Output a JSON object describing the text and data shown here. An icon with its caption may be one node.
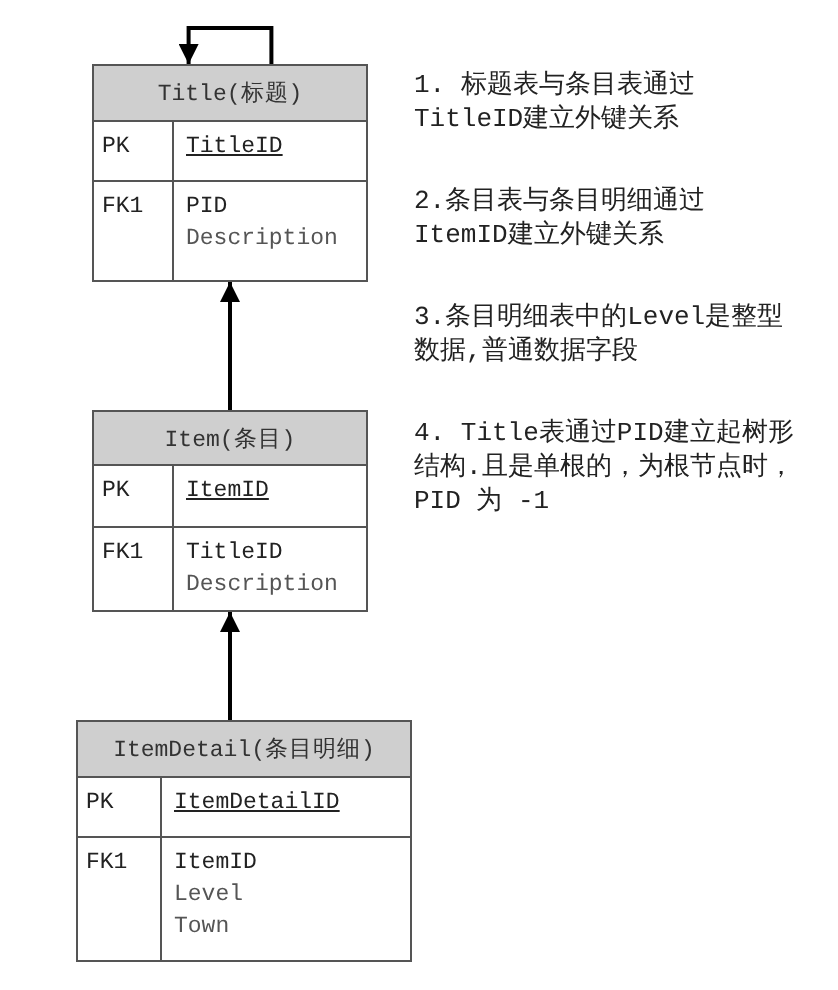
{
  "diagram": {
    "nodes": [
      {
        "text": [
          "Title(标题)",
          "PK",
          "TitleID",
          "FK1",
          "PID",
          "Description"
        ]
      },
      {
        "text": [
          "Item(条目)",
          "PK",
          "ItemID",
          "FK1",
          "TitleID",
          "Description"
        ]
      },
      {
        "text": [
          "ItemDetail(条目明细)",
          "PK",
          "ItemDetailID",
          "FK1",
          "ItemID",
          "Level",
          "Town"
        ]
      }
    ],
    "edges": [
      {
        "from": 0,
        "to": 0,
        "arrow": "to"
      },
      {
        "from": 1,
        "to": 0,
        "arrow": "to"
      },
      {
        "from": 2,
        "to": 1,
        "arrow": "to"
      }
    ],
    "labels": [
      "1. 标题表与条目表通过TitleID建立外键关系",
      "2.条目表与条目明细通过ItemID建立外键关系",
      "3.条目明细表中的Level是整型数据,普通数据字段",
      "4. Title表通过PID建立起树形结构.且是单根的，为根节点时，PID 为 -1"
    ]
  }
}
